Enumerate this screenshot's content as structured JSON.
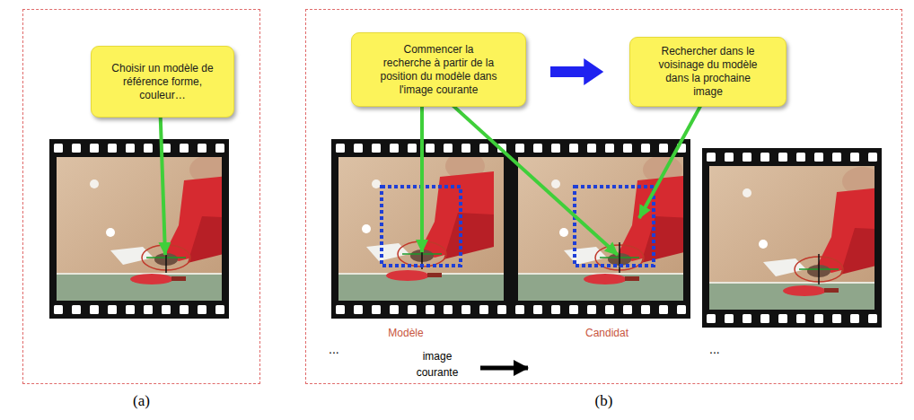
{
  "diagram": {
    "nodes": [
      {
        "text": [
          "(a)"
        ]
      },
      {
        "text": [
          "Choisir un modèle de référence forme, couleur…"
        ],
        "in": 0
      },
      {
        "text": [
          "(b)"
        ]
      },
      {
        "text": [
          "Commencer la recherche à partir de la position du modèle dans l'image courante"
        ],
        "in": 2
      },
      {
        "text": [
          "Rechercher dans le voisinage du modèle dans la prochaine image"
        ],
        "in": 2
      }
    ],
    "edges": [
      {
        "from": 3,
        "to": 4,
        "arrow": "to"
      }
    ],
    "labels": [
      "...",
      "Modèle",
      "image courante",
      "Candidat",
      "..."
    ]
  }
}
